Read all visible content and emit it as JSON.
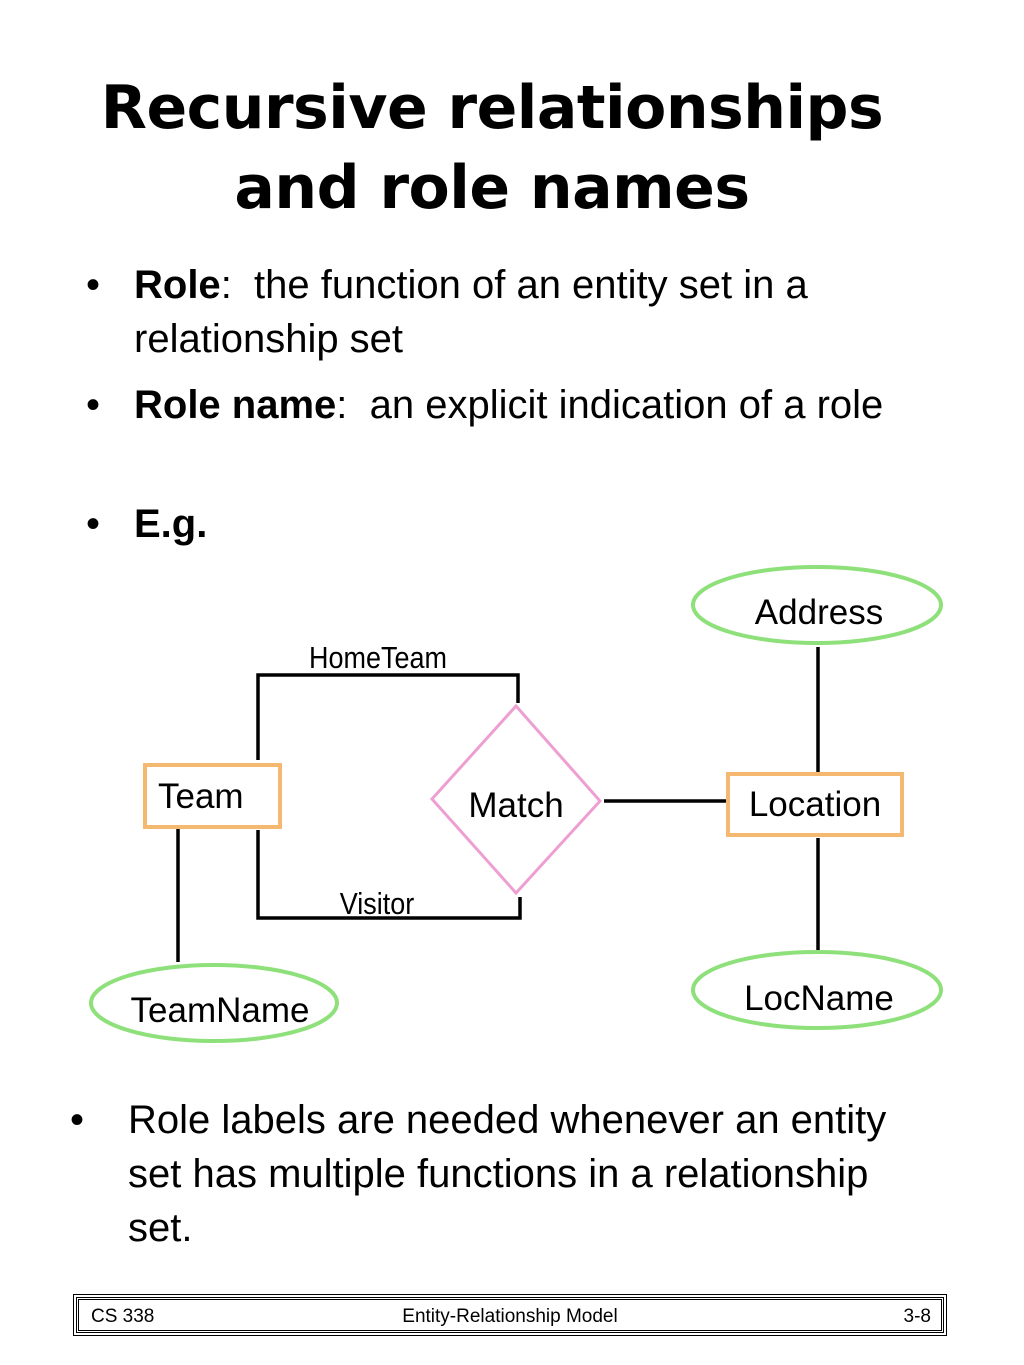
{
  "title": {
    "line1": "Recursive relationships",
    "line2": "and role names"
  },
  "bullets": [
    {
      "marker": "•",
      "term": "Role",
      "sep": ":",
      "text": "  the function of an entity set in a relationship set"
    },
    {
      "marker": "•",
      "term": "Role name",
      "sep": ":",
      "text": "  an explicit indication of a role"
    },
    {
      "marker": "•",
      "term": "E.g.",
      "sep": "",
      "text": ""
    }
  ],
  "diagram": {
    "entities": {
      "team": "Team",
      "location": "Location"
    },
    "relationship": "Match",
    "attributes": {
      "address": "Address",
      "teamname": "TeamName",
      "locname": "LocName"
    },
    "roles": {
      "home": "HomeTeam",
      "visitor": "Visitor"
    },
    "colors": {
      "entity": "#F4B870",
      "relationship": "#EE9FD2",
      "attribute": "#8EE07A",
      "line": "#000000"
    }
  },
  "note": {
    "marker": "•",
    "text": "Role labels are needed whenever an entity  set has multiple functions in a relationship set."
  },
  "footer": {
    "left": "CS 338",
    "center": "Entity-Relationship Model",
    "right": "3-8"
  }
}
